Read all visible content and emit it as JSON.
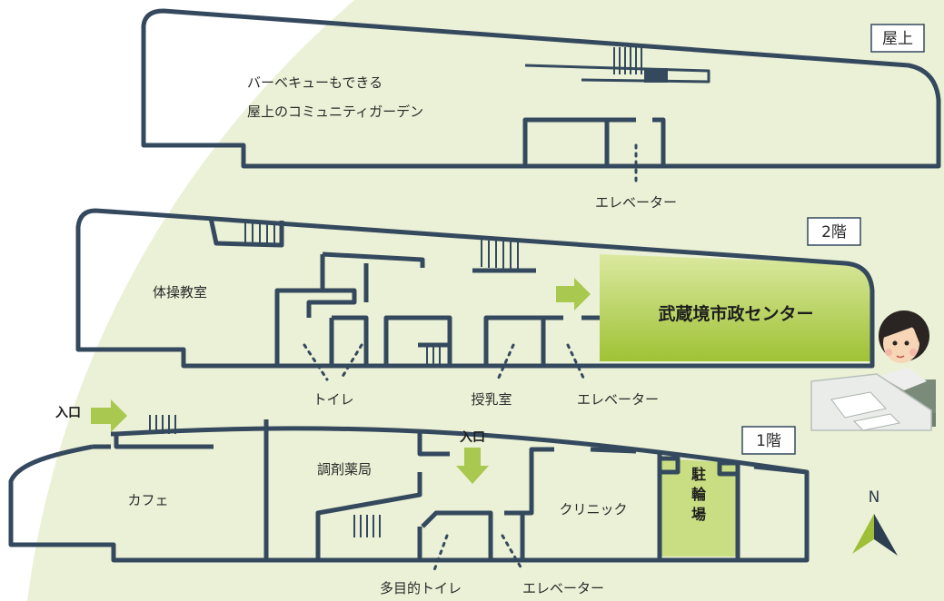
{
  "colors": {
    "background_blob": "#ebf1d6",
    "wall": "#34495e",
    "highlight_from": "#cfe08a",
    "highlight_to": "#98bd2f",
    "arrow": "#a8c850",
    "compass_green": "#9ebf37",
    "compass_navy": "#2d3e50"
  },
  "floors": {
    "roof": {
      "tag": "屋上",
      "garden_line1": "バーベキューもできる",
      "garden_line2": "屋上のコミュニティガーデン",
      "elevator": "エレベーター"
    },
    "f2": {
      "tag": "2階",
      "gym": "体操教室",
      "toilet": "トイレ",
      "nursing": "授乳室",
      "elevator": "エレベーター",
      "center": "武蔵境市政センター"
    },
    "f1": {
      "tag": "1階",
      "entrance_left": "入口",
      "entrance_center": "入口",
      "cafe": "カフェ",
      "pharmacy": "調剤薬局",
      "clinic": "クリニック",
      "bike_parking": "駐輪場",
      "multi_toilet": "多目的トイレ",
      "elevator": "エレベーター"
    }
  },
  "compass": {
    "label": "N",
    "icon": "north-arrow-icon"
  },
  "illustration": {
    "icon": "receptionist-illustration"
  }
}
